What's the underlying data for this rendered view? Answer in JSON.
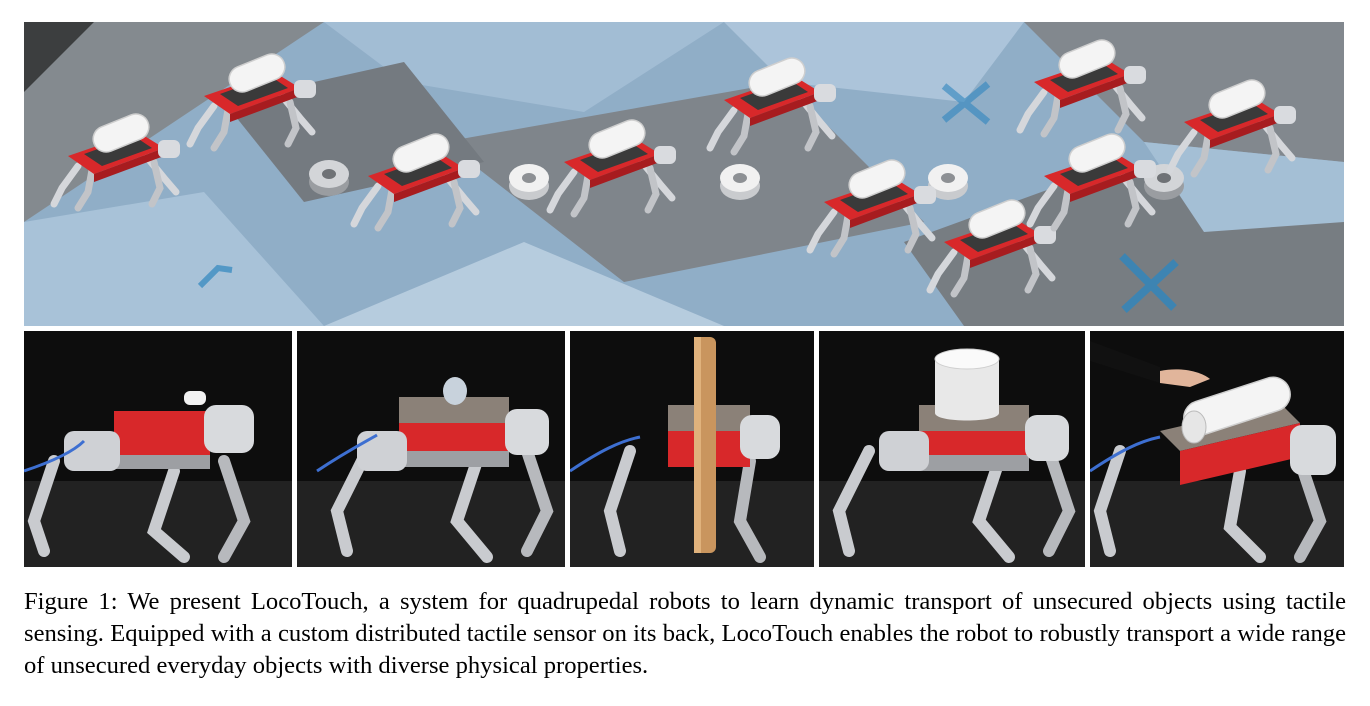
{
  "figure": {
    "caption_label": "Figure 1:",
    "caption_text": "We present LocoTouch, a system for quadrupedal robots to learn dynamic transport of unsecured objects using tactile sensing. Equipped with a custom distributed tactile sensor on its back, LocoTouch enables the robot to robustly transport a wide range of unsecured everyday objects with diverse physical properties.",
    "panels": [
      {
        "object": "small-cylinder"
      },
      {
        "object": "bottle"
      },
      {
        "object": "long-tube"
      },
      {
        "object": "bucket"
      },
      {
        "object": "cylinder-with-hand"
      }
    ]
  },
  "colors": {
    "robot_body": "#d8282a",
    "robot_leg": "#c9cbcf",
    "tactile_pad": "#8b8178",
    "floor_blue": "#8fb1cd",
    "floor_gray": "#7d8389",
    "tube_brown": "#c9955e"
  }
}
